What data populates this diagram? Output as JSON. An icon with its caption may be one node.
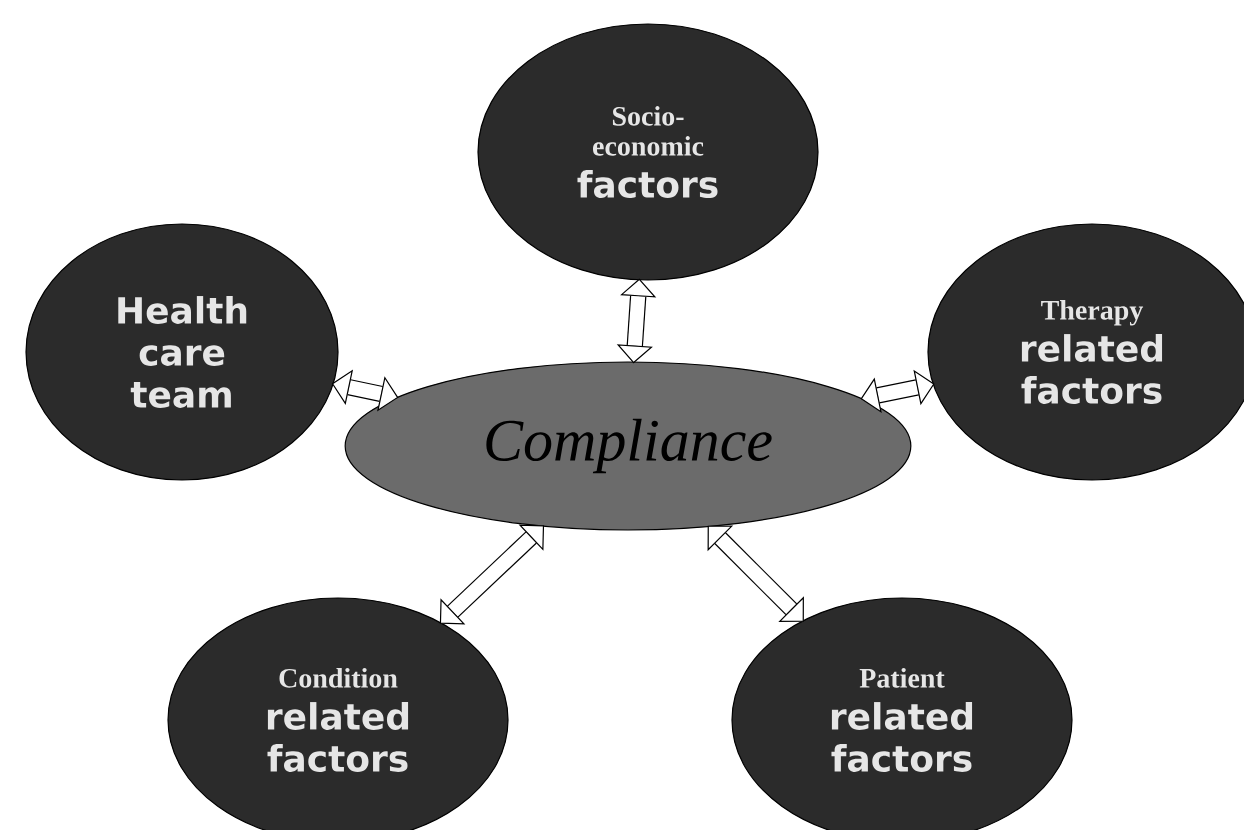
{
  "diagram": {
    "nodes": [
      {
        "text": [
          "Compliance"
        ]
      },
      {
        "text": [
          "Socio- economic",
          "factors"
        ]
      },
      {
        "text": [
          "Health care team"
        ]
      },
      {
        "text": [
          "Therapy",
          "related factors"
        ]
      },
      {
        "text": [
          "Condition",
          "related factors"
        ]
      },
      {
        "text": [
          "Patient",
          "related factors"
        ]
      }
    ],
    "edges": [
      {
        "from": 1,
        "to": 0,
        "arrow": "both"
      },
      {
        "from": 2,
        "to": 0,
        "arrow": "both"
      },
      {
        "from": 3,
        "to": 0,
        "arrow": "both"
      },
      {
        "from": 4,
        "to": 0,
        "arrow": "both"
      },
      {
        "from": 5,
        "to": 0,
        "arrow": "both"
      }
    ]
  }
}
